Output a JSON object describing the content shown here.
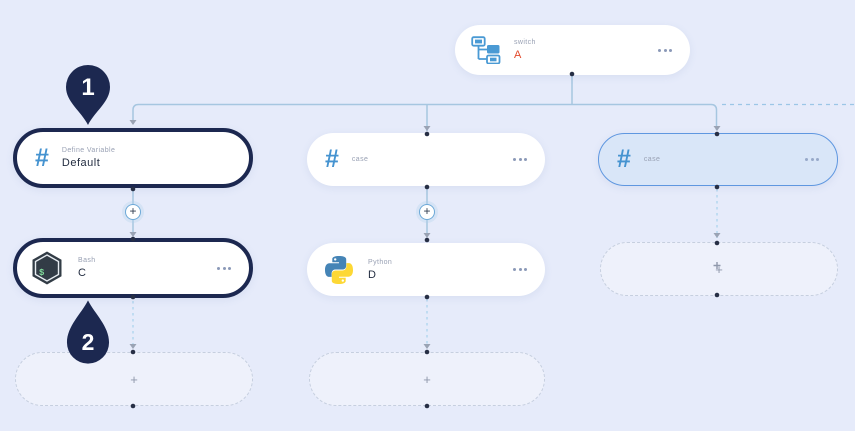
{
  "canvas": {
    "title": "workflow-graph"
  },
  "colors": {
    "background": "#e6ebfa",
    "node_bg": "#ffffff",
    "selected_node_bg": "#d9e6f8",
    "selected_node_border": "#5f97e0",
    "highlight_ring_navy": "#1c2850",
    "connector_solid": "#a6c6e0",
    "connector_dashed": "#b0d5ee",
    "icon_blue": "#4796d2",
    "value_orange": "#e2492b",
    "label_gray": "#99a1b4",
    "value_dark": "#232d41"
  },
  "icons": {
    "switch": "flow-branch-icon",
    "define_variable": "hash-icon",
    "case": "hash-icon",
    "bash": "bash-cube-icon",
    "python": "python-logo-icon",
    "menu": "ellipsis-icon"
  },
  "nodes": {
    "switch": {
      "label": "switch",
      "value": "A"
    },
    "define_variable": {
      "label": "Define Variable",
      "value": "Default"
    },
    "case_middle": {
      "label": "case"
    },
    "case_right": {
      "label": "case"
    },
    "bash": {
      "label": "Bash",
      "value": "C"
    },
    "python": {
      "label": "Python",
      "value": "D"
    }
  },
  "callouts": {
    "first": "1",
    "second": "2"
  },
  "connectors": {
    "add_label": "+"
  },
  "placeholders": {
    "add_label": "+"
  }
}
